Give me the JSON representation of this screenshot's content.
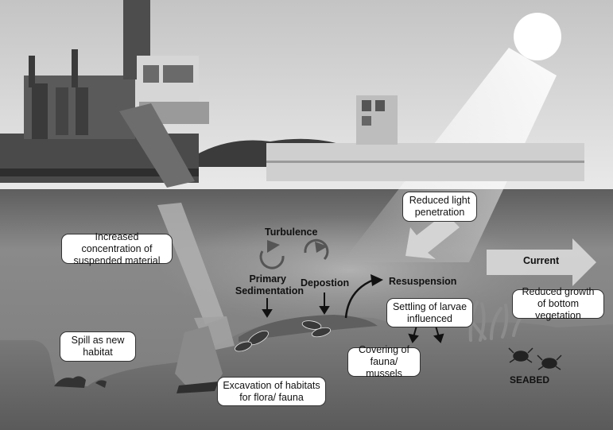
{
  "labels": {
    "turbulence": "Turbulence",
    "primary_sedimentation_line1": "Primary",
    "primary_sedimentation_line2": "Sedimentation",
    "depostion": "Depostion",
    "resuspension": "Resuspension",
    "current": "Current",
    "seabed": "SEABED"
  },
  "boxes": {
    "reduced_light": "Reduced light penetration",
    "increased_concentration": "Increased concentration of suspended material",
    "settling_larvae": "Settling of larvae influenced",
    "reduced_growth": "Reduced growth of bottom vegetation",
    "spill_habitat": "Spill as new habitat",
    "covering_fauna": "Covering of fauna/ mussels",
    "excavation_habitats": "Excavation of habitats for flora/ fauna"
  },
  "icons": [
    "sun-icon",
    "light-beam-icon",
    "dredger-vessel",
    "excavator-arm",
    "barge-icon",
    "mussel-icon",
    "crab-icon",
    "seagrass-icon",
    "turbulence-arrows-icon",
    "current-arrow-icon"
  ],
  "colors": {
    "sky": "#d9d9d9",
    "water": "#8e8e8e",
    "seabed": "#6f6f6f",
    "box_fill": "#ffffff"
  }
}
